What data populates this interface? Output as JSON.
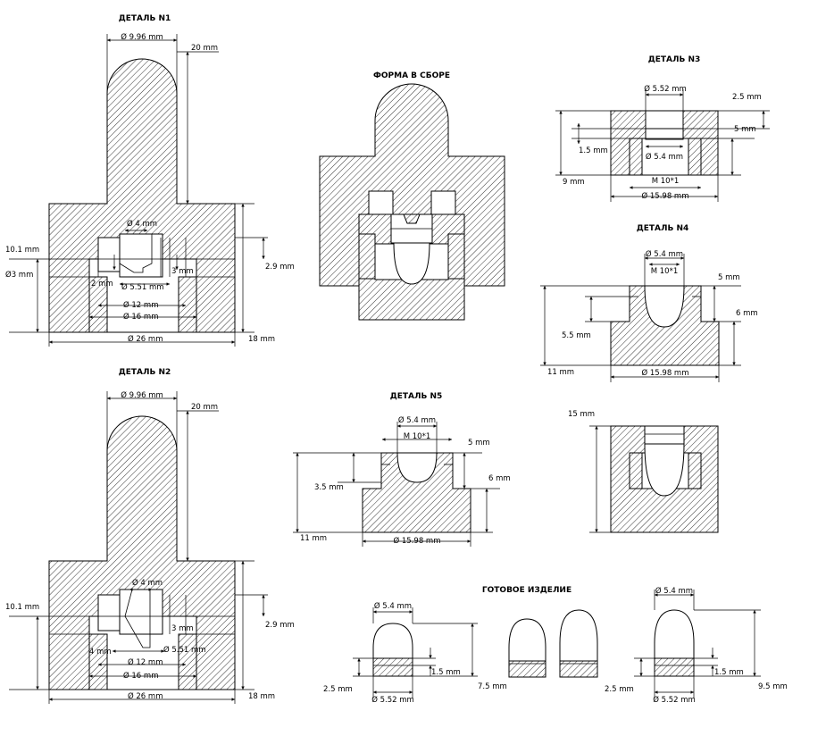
{
  "titles": {
    "part1": "ДЕТАЛЬ N1",
    "part2": "ДЕТАЛЬ N2",
    "part3": "ДЕТАЛЬ N3",
    "part4": "ДЕТАЛЬ N4",
    "part5": "ДЕТАЛЬ N5",
    "assembly": "ФОРМА В СБОРЕ",
    "finished": "ГОТОВОЕ ИЗДЕЛИЕ"
  },
  "part1": {
    "dia_top": "Ø 9.96 mm",
    "len_top": "20 mm",
    "h_left": "10.1 mm",
    "dia_left": "Ø3 mm",
    "dia_4": "Ø 4 mm",
    "right_29": "2.9 mm",
    "right_3": "3 mm",
    "left_2": "2 mm",
    "dia_551": "Ø 5.51 mm",
    "dia_12": "Ø 12 mm",
    "dia_16": "Ø 16 mm",
    "dia_26": "Ø 26 mm",
    "h_18": "18 mm"
  },
  "part2": {
    "dia_top": "Ø 9.96 mm",
    "len_top": "20 mm",
    "h_left": "10.1 mm",
    "dia_4": "Ø 4 mm",
    "right_29": "2.9 mm",
    "right_3": "3 mm",
    "left_4": "4 mm",
    "dia_551": "Ø 5.51 mm",
    "dia_12": "Ø 12 mm",
    "dia_16": "Ø 16 mm",
    "dia_26": "Ø 26 mm",
    "h_18": "18 mm"
  },
  "part3": {
    "dia_552": "Ø 5.52 mm",
    "d_25": "2.5 mm",
    "d_5": "5 mm",
    "d_15": "1.5 mm",
    "dia_54": "Ø 5.4 mm",
    "d_9": "9 mm",
    "thread": "M 10*1",
    "dia_1598": "Ø 15.98 mm"
  },
  "part4": {
    "dia_54": "Ø 5.4 mm",
    "thread": "M 10*1",
    "d_5": "5 mm",
    "d_6": "6 mm",
    "d_55": "5.5 mm",
    "d_11": "11 mm",
    "dia_1598": "Ø 15.98 mm"
  },
  "part5": {
    "dia_54": "Ø 5.4 mm",
    "thread": "M 10*1",
    "d_5": "5 mm",
    "d_6": "6 mm",
    "d_35": "3.5 mm",
    "d_11": "11 mm",
    "dia_1598": "Ø 15.98 mm"
  },
  "section": {
    "d_15": "15 mm"
  },
  "finished": {
    "left_dia_54": "Ø 5.4 mm",
    "left_d_15": "1.5 mm",
    "left_d_25": "2.5 mm",
    "left_d_75": "7.5 mm",
    "left_dia_552": "Ø 5.52 mm",
    "right_dia_54": "Ø 5.4 mm",
    "right_d_15": "1.5 mm",
    "right_d_25": "2.5 mm",
    "right_d_95": "9.5 mm",
    "right_dia_552": "Ø 5.52 mm"
  }
}
